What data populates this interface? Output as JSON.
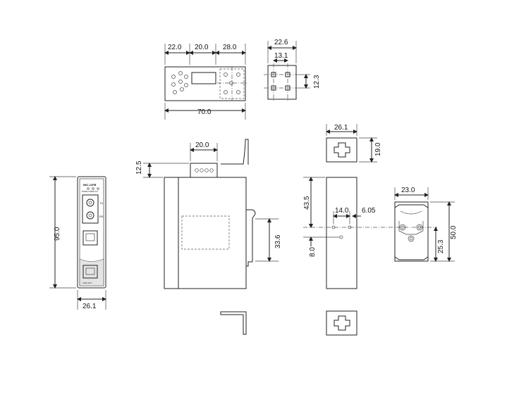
{
  "dimensions": {
    "top_w1": "22.0",
    "top_w2": "20.0",
    "top_w3": "28.0",
    "top_total": "70.0",
    "bracket_w": "22.6",
    "bracket_inner": "13.1",
    "bracket_h": "12.3",
    "side_top_w": "20.0",
    "side_top_h": "12.5",
    "side_height": "33.6",
    "front_height": "95.0",
    "front_width": "26.1",
    "mount_width": "26.1",
    "mount_height": "19.0",
    "mount_offset_top": "43.5",
    "mount_spacing": "14.0",
    "mount_spacing2": "6.05",
    "mount_offset_below": "8.0",
    "rail_width": "23.0",
    "rail_height": "50.0",
    "rail_offset": "25.3"
  },
  "front_panel": {
    "model": "IMC-21FB",
    "leds": "PWR1 PWR2 FX",
    "port_tx": "TX",
    "port_rx": "RX",
    "bottom_label": "LINK  ACT"
  }
}
